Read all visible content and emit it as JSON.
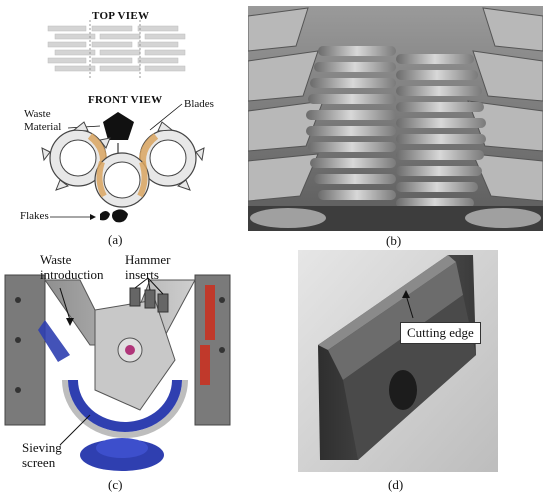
{
  "panel_a": {
    "top_view": "TOP VIEW",
    "front_view": "FRONT VIEW",
    "waste_material": "Waste Material",
    "blades": "Blades",
    "flakes": "Flakes",
    "caption": "(a)"
  },
  "panel_b": {
    "caption": "(b)"
  },
  "panel_c": {
    "waste_introduction": "Waste introduction",
    "hammer_inserts": "Hammer inserts",
    "sieving_screen": "Sieving screen",
    "caption": "(c)"
  },
  "panel_d": {
    "cutting_edge": "Cutting edge",
    "caption": "(d)"
  },
  "colors": {
    "blade_highlight": "#d9a460",
    "granule_blue": "#2f3fb0",
    "metal_gray": "#8a8a8a"
  }
}
